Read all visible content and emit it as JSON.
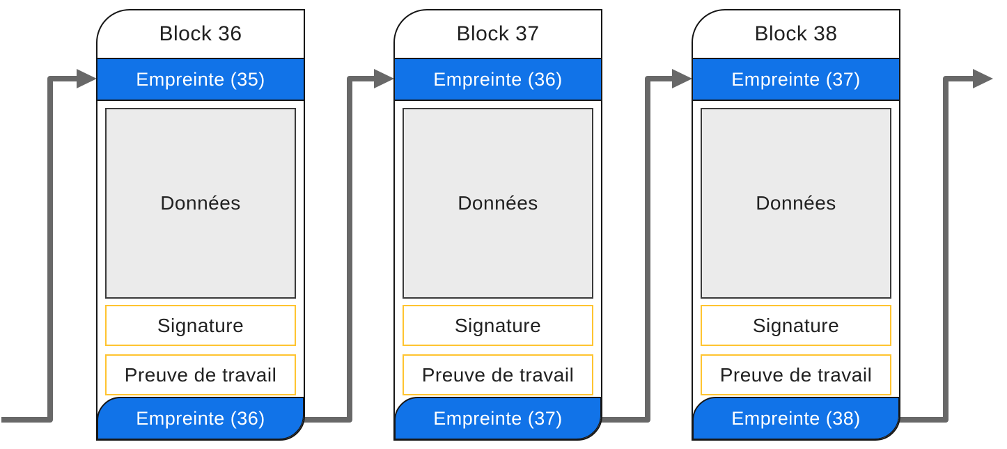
{
  "blocks": [
    {
      "title": "Block 36",
      "prev_hash_label": "Empreinte (35)",
      "data_label": "Données",
      "signature_label": "Signature",
      "proof_label": "Preuve de travail",
      "hash_label": "Empreinte (36)"
    },
    {
      "title": "Block 37",
      "prev_hash_label": "Empreinte (36)",
      "data_label": "Données",
      "signature_label": "Signature",
      "proof_label": "Preuve de travail",
      "hash_label": "Empreinte (37)"
    },
    {
      "title": "Block 38",
      "prev_hash_label": "Empreinte (37)",
      "data_label": "Données",
      "signature_label": "Signature",
      "proof_label": "Preuve de travail",
      "hash_label": "Empreinte (38)"
    }
  ],
  "colors": {
    "hash_bar_blue": "#1173E8",
    "accent_yellow": "#FFC430",
    "data_fill_gray": "#EBEBEB",
    "arrow_gray": "#686868",
    "outline_black": "#161616"
  }
}
